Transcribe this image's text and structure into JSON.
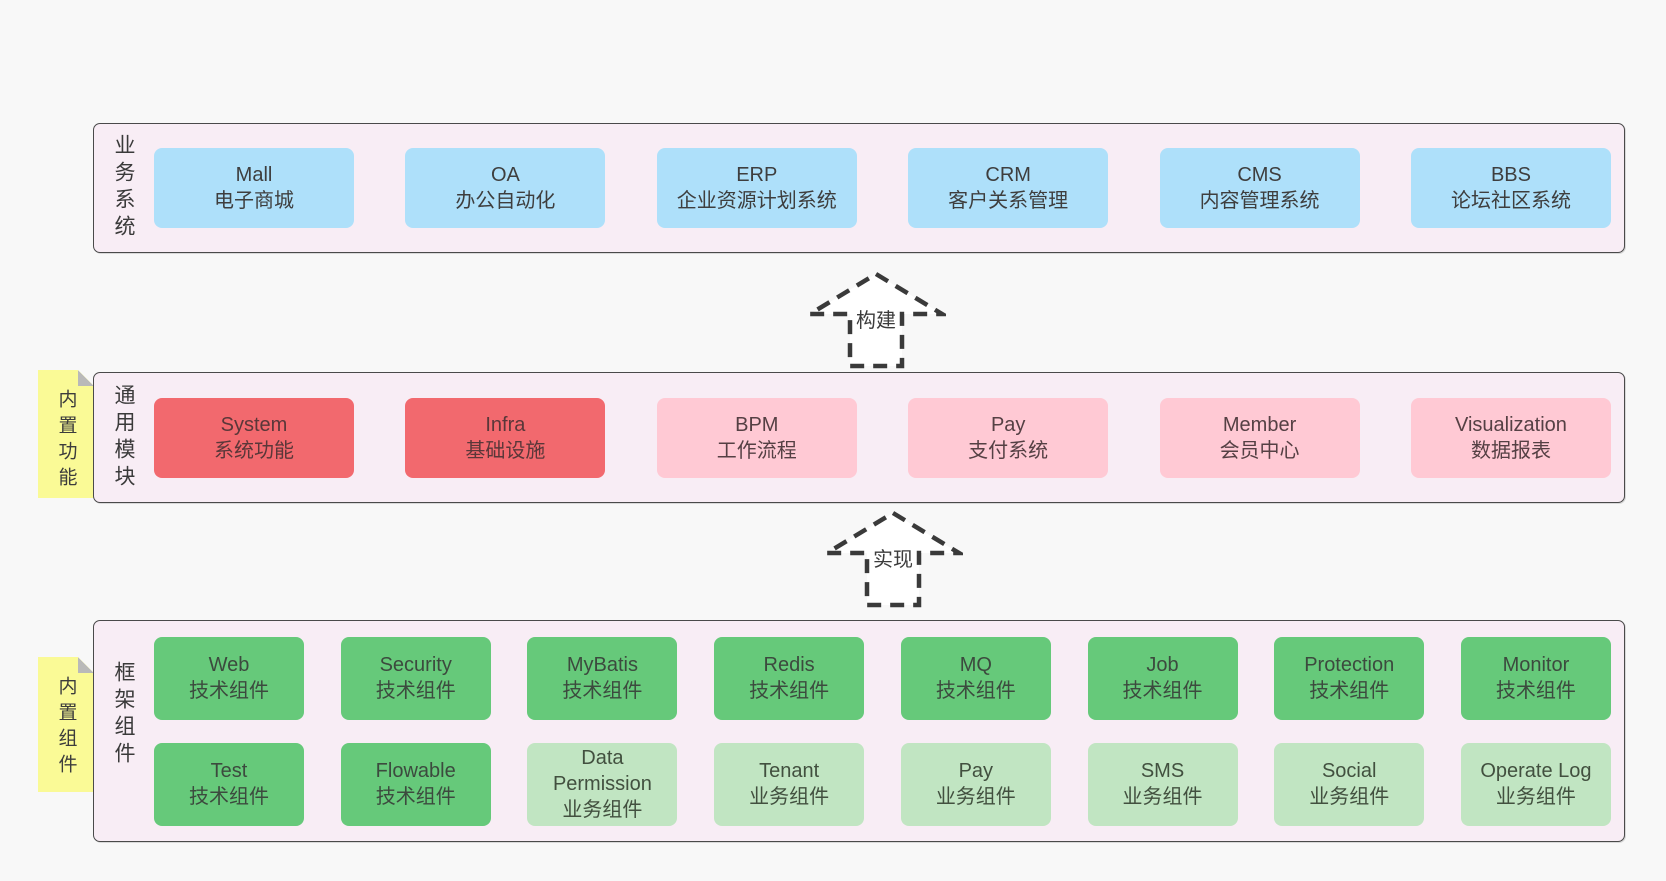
{
  "diagram_title": "",
  "colors": {
    "page_background": "#f8f8f8",
    "band_background": "#f8edf5",
    "band_border": "#4a4a4a",
    "box_blue": "#aee0fa",
    "box_red": "#f2696e",
    "box_pink": "#ffc9d4",
    "box_green": "#66c97a",
    "box_light_green": "#c1e5c2",
    "sticky_note_yellow": "#fafa96",
    "sticky_note_fold_gray": "#b9b9b9",
    "arrow_stroke": "#3a3a3a"
  },
  "arrows": [
    {
      "label": "构建",
      "direction": "up"
    },
    {
      "label": "实现",
      "direction": "up"
    }
  ],
  "bands": [
    {
      "label": "业务系统",
      "note": "",
      "rows": [
        [
          {
            "name": "Mall",
            "desc": "电子商城",
            "color": "blue"
          },
          {
            "name": "OA",
            "desc": "办公自动化",
            "color": "blue"
          },
          {
            "name": "ERP",
            "desc": "企业资源计划系统",
            "color": "blue"
          },
          {
            "name": "CRM",
            "desc": "客户关系管理",
            "color": "blue"
          },
          {
            "name": "CMS",
            "desc": "内容管理系统",
            "color": "blue"
          },
          {
            "name": "BBS",
            "desc": "论坛社区系统",
            "color": "blue"
          }
        ]
      ]
    },
    {
      "label": "通用模块",
      "note": "内置功能",
      "rows": [
        [
          {
            "name": "System",
            "desc": "系统功能",
            "color": "red"
          },
          {
            "name": "Infra",
            "desc": "基础设施",
            "color": "red"
          },
          {
            "name": "BPM",
            "desc": "工作流程",
            "color": "pink"
          },
          {
            "name": "Pay",
            "desc": "支付系统",
            "color": "pink"
          },
          {
            "name": "Member",
            "desc": "会员中心",
            "color": "pink"
          },
          {
            "name": "Visualization",
            "desc": "数据报表",
            "color": "pink"
          }
        ]
      ]
    },
    {
      "label": "框架组件",
      "note": "内置组件",
      "rows": [
        [
          {
            "name": "Web",
            "desc": "技术组件",
            "color": "green"
          },
          {
            "name": "Security",
            "desc": "技术组件",
            "color": "green"
          },
          {
            "name": "MyBatis",
            "desc": "技术组件",
            "color": "green"
          },
          {
            "name": "Redis",
            "desc": "技术组件",
            "color": "green"
          },
          {
            "name": "MQ",
            "desc": "技术组件",
            "color": "green"
          },
          {
            "name": "Job",
            "desc": "技术组件",
            "color": "green"
          },
          {
            "name": "Protection",
            "desc": "技术组件",
            "color": "green"
          },
          {
            "name": "Monitor",
            "desc": "技术组件",
            "color": "green"
          }
        ],
        [
          {
            "name": "Test",
            "desc": "技术组件",
            "color": "green"
          },
          {
            "name": "Flowable",
            "desc": "技术组件",
            "color": "green"
          },
          {
            "name": "Data Permission",
            "desc": "业务组件",
            "color": "lightgreen"
          },
          {
            "name": "Tenant",
            "desc": "业务组件",
            "color": "lightgreen"
          },
          {
            "name": "Pay",
            "desc": "业务组件",
            "color": "lightgreen"
          },
          {
            "name": "SMS",
            "desc": "业务组件",
            "color": "lightgreen"
          },
          {
            "name": "Social",
            "desc": "业务组件",
            "color": "lightgreen"
          },
          {
            "name": "Operate Log",
            "desc": "业务组件",
            "color": "lightgreen"
          }
        ]
      ]
    }
  ]
}
